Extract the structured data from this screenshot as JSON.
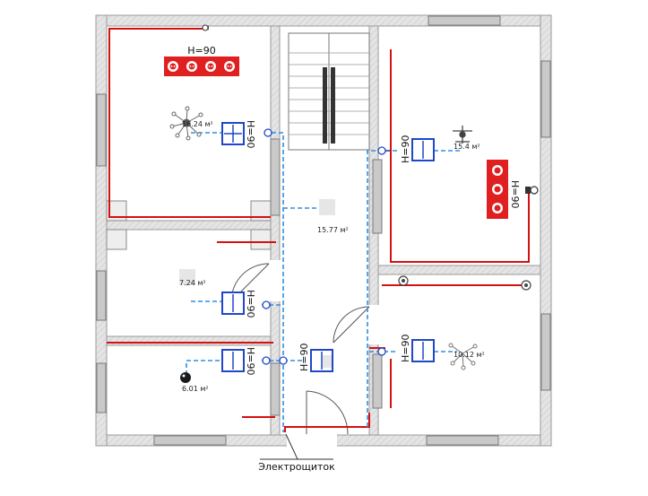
{
  "labels": {
    "height_mark": "H=90",
    "panel": "Электрощиток"
  },
  "areas": [
    {
      "id": "room-top-left",
      "value": "16.24 м²"
    },
    {
      "id": "room-top-right",
      "value": "15.4 м²"
    },
    {
      "id": "hallway",
      "value": "15.77 м²"
    },
    {
      "id": "room-mid-left",
      "value": "7.24 м²"
    },
    {
      "id": "room-bottom-right",
      "value": "10.12 м²"
    },
    {
      "id": "room-bottom-left",
      "value": "6.01 м²"
    }
  ],
  "colors": {
    "wall": "#d9d9d9",
    "wall_outline": "#9a9a9a",
    "power_line": "#d41010",
    "light_line": "#2f8fe0",
    "socket_block": "#e02020",
    "switch": "#1f47c8",
    "window": "#b5b5b5"
  },
  "icons": [
    "socket-icon",
    "switch-icon",
    "chandelier-icon",
    "lamp-icon",
    "ceiling-light-icon",
    "junction-box-icon",
    "door-icon",
    "stairs-icon"
  ]
}
